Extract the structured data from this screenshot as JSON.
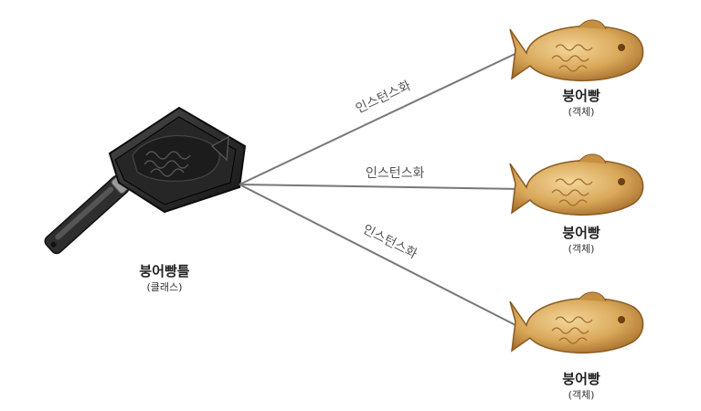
{
  "diagram": {
    "class_node": {
      "title": "붕어빵틀",
      "subtitle": "(클래스)",
      "icon": "fish-bread-mold-pan-icon"
    },
    "arrows": [
      {
        "label": "인스턴스화"
      },
      {
        "label": "인스턴스화"
      },
      {
        "label": "인스턴스화"
      }
    ],
    "objects": [
      {
        "title": "붕어빵",
        "subtitle": "(객체)",
        "icon": "fish-bread-icon"
      },
      {
        "title": "붕어빵",
        "subtitle": "(객체)",
        "icon": "fish-bread-icon"
      },
      {
        "title": "붕어빵",
        "subtitle": "(객체)",
        "icon": "fish-bread-icon"
      }
    ],
    "colors": {
      "arrow": "#777777",
      "pan": "#2b2b2b",
      "pan_handle": "#3a3a3a",
      "fish_body": "#d9a85a",
      "fish_shade": "#a8702e"
    }
  }
}
